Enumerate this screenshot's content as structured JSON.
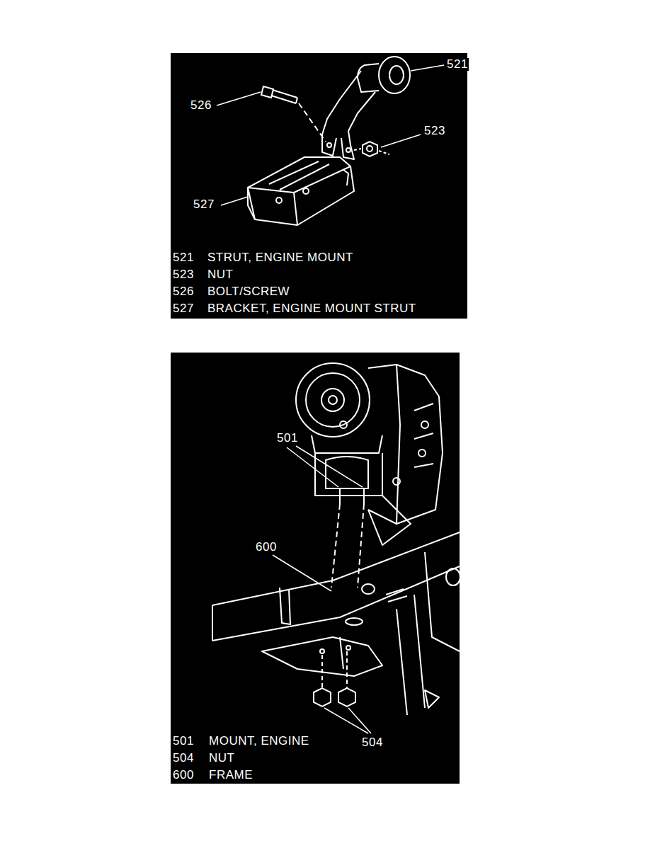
{
  "diagram": {
    "labels": [
      "521",
      "526",
      "523",
      "527",
      "521",
      "STRUT, ENGINE MOUNT",
      "523",
      "NUT",
      "526",
      "BOLT/SCREW",
      "527",
      "BRACKET, ENGINE MOUNT STRUT",
      "501",
      "600",
      "504",
      "501",
      "MOUNT, ENGINE",
      "504",
      "NUT",
      "600",
      "FRAME"
    ]
  }
}
